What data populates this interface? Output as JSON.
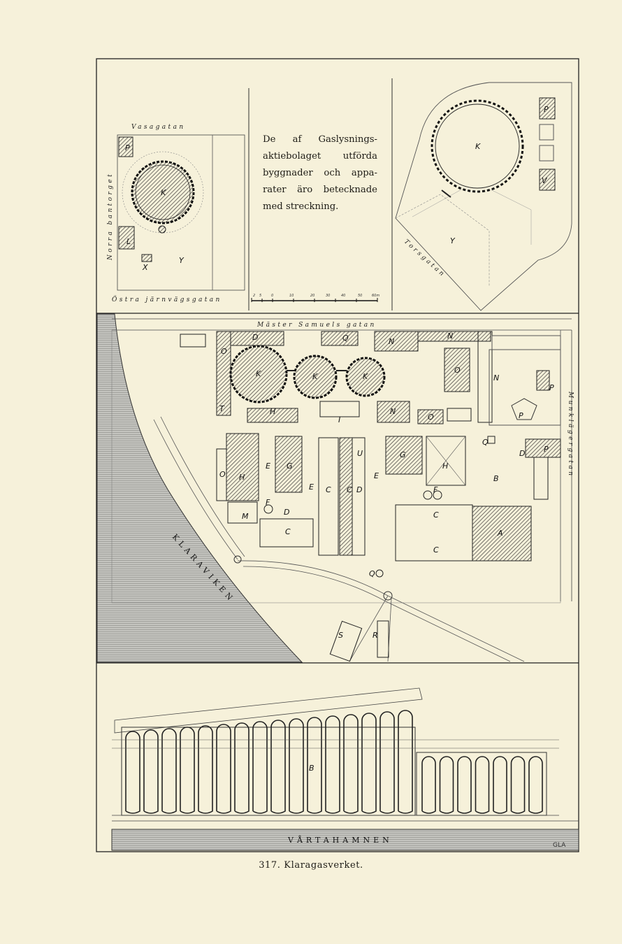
{
  "note": {
    "text": "De af Gaslysnings-aktiebolaget utförda byggnader och appa-rater äro betecknade med streckning."
  },
  "caption": {
    "number": "317.",
    "title": "Klaragasverket."
  },
  "signature": "GLA",
  "panels": {
    "north_left": {
      "streets": {
        "top": "Vasagatan",
        "left": "Norra bantorget",
        "bottom": "Östra järnvägsgatan"
      },
      "labels": [
        "P",
        "K",
        "L",
        "X",
        "Y"
      ]
    },
    "north_right": {
      "streets": {
        "bottom_left": "Torsgatan"
      },
      "labels": [
        "P",
        "V",
        "K",
        "Y"
      ]
    },
    "main": {
      "streets": {
        "top": "Mäster Samuels gatan",
        "right": "Munklägergatan"
      },
      "water": "KLARAVIKEN",
      "labels": [
        "D",
        "N",
        "N",
        "O",
        "Q",
        "K",
        "K",
        "K",
        "O",
        "N",
        "P",
        "T",
        "H",
        "I",
        "N",
        "O",
        "P",
        "Q",
        "D",
        "P",
        "E",
        "G",
        "U",
        "G",
        "H",
        "B",
        "O",
        "H",
        "E",
        "F",
        "D",
        "C",
        "E",
        "C",
        "D",
        "F",
        "C",
        "A",
        "M",
        "C",
        "C",
        "Q",
        "S",
        "R"
      ]
    },
    "south": {
      "water": "VÅRTAHAMNEN",
      "labels": [
        "B"
      ]
    }
  },
  "scale_bar": {
    "ticks": [
      "2",
      "5",
      "0",
      "10",
      "20",
      "30",
      "40",
      "50",
      "60m"
    ]
  },
  "colors": {
    "paper": "#f6f1da",
    "ink": "#1e1c16",
    "water": "#b9b9b4"
  }
}
